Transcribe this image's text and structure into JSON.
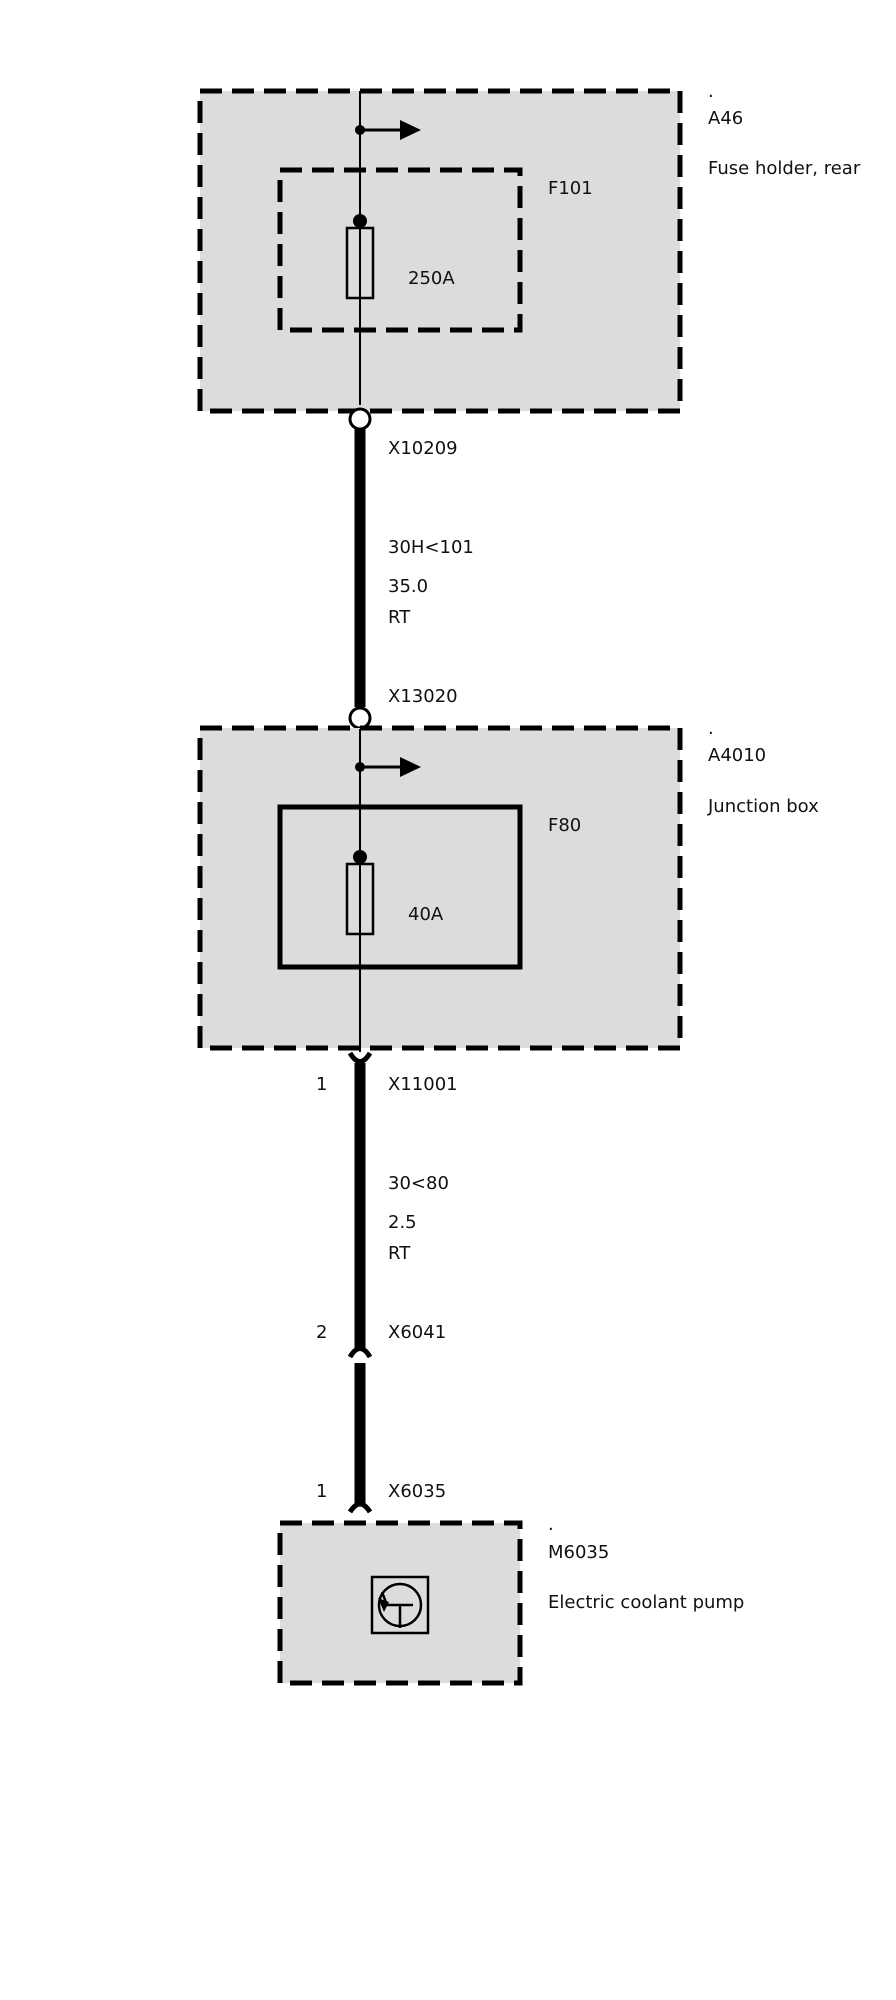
{
  "colors": {
    "box_fill": "#dcdcdc",
    "line": "#000000",
    "text": "#111111",
    "background": "#ffffff"
  },
  "components": {
    "a46": {
      "dot": ".",
      "id": "A46",
      "desc": "Fuse holder, rear"
    },
    "f101": {
      "id": "F101",
      "rating": "250A"
    },
    "a4010": {
      "dot": ".",
      "id": "A4010",
      "desc": "Junction box"
    },
    "f80": {
      "id": "F80",
      "rating": "40A"
    },
    "m6035": {
      "dot": ".",
      "id": "M6035",
      "desc": "Electric coolant pump",
      "icon": "motor-icon"
    }
  },
  "connectors": {
    "x10209": {
      "id": "X10209"
    },
    "x13020": {
      "id": "X13020"
    },
    "x11001": {
      "id": "X11001",
      "pin": "1"
    },
    "x6041": {
      "id": "X6041",
      "pin": "2"
    },
    "x6035": {
      "id": "X6035",
      "pin": "1"
    }
  },
  "wires": {
    "w1": {
      "circuit": "30H<101",
      "gauge": "35.0",
      "color": "RT"
    },
    "w2": {
      "circuit": "30<80",
      "gauge": "2.5",
      "color": "RT"
    }
  }
}
